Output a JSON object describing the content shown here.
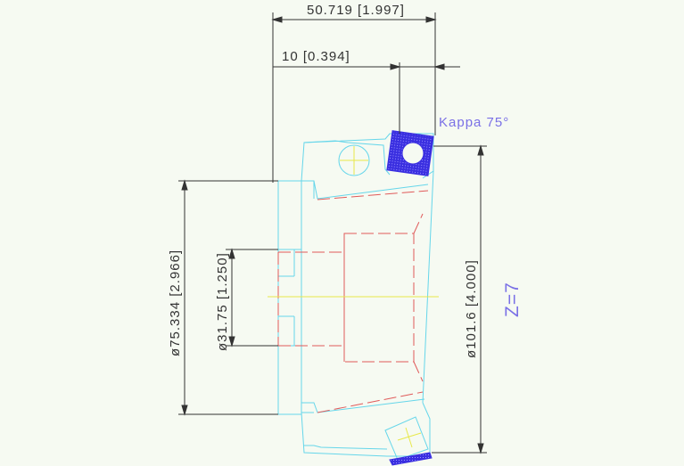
{
  "dimensions": {
    "overall_width": "50.719 [1.997]",
    "insert_offset": "10 [0.394]",
    "bore_diameter": "ø75.334 [2.966]",
    "pilot_diameter": "ø31.75 [1.250]",
    "cutter_diameter": "ø101.6 [4.000]"
  },
  "annotations": {
    "kappa": "Kappa 75°",
    "teeth": "Z=7"
  },
  "colors": {
    "background": "#f6faf2",
    "outline": "#66d6ea",
    "hidden_lines": "#e05a5a",
    "centerline": "#e8e84a",
    "dimension": "#333333",
    "insert": "#3a2fe0",
    "annotation": "#7a70e6"
  }
}
